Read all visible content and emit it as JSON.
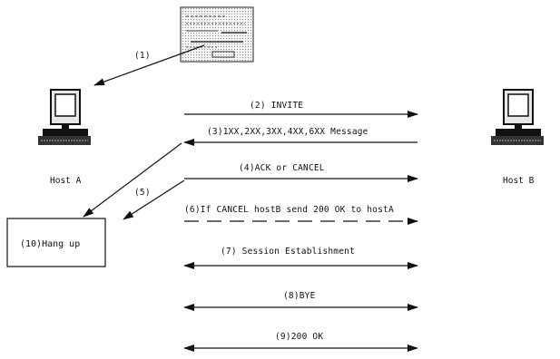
{
  "hosts": {
    "a": "Host A",
    "b": "Host B"
  },
  "steps": {
    "s1": "(1)",
    "s2": "(2) INVITE",
    "s3": "(3)1XX,2XX,3XX,4XX,6XX Message",
    "s4": "(4)ACK or CANCEL",
    "s5": "(5)",
    "s6": "(6)If CANCEL hostB send 200 OK to hostA",
    "s7": "(7) Session Establishment",
    "s8": "(8)BYE",
    "s9": "(9)200 OK",
    "s10": "(10)Hang up"
  },
  "colors": {
    "ink": "#111111",
    "screen_fill": "#e6e6e6",
    "form_fill": "#f2f2f2"
  },
  "icons": [
    "computer-icon",
    "form-document-icon"
  ]
}
